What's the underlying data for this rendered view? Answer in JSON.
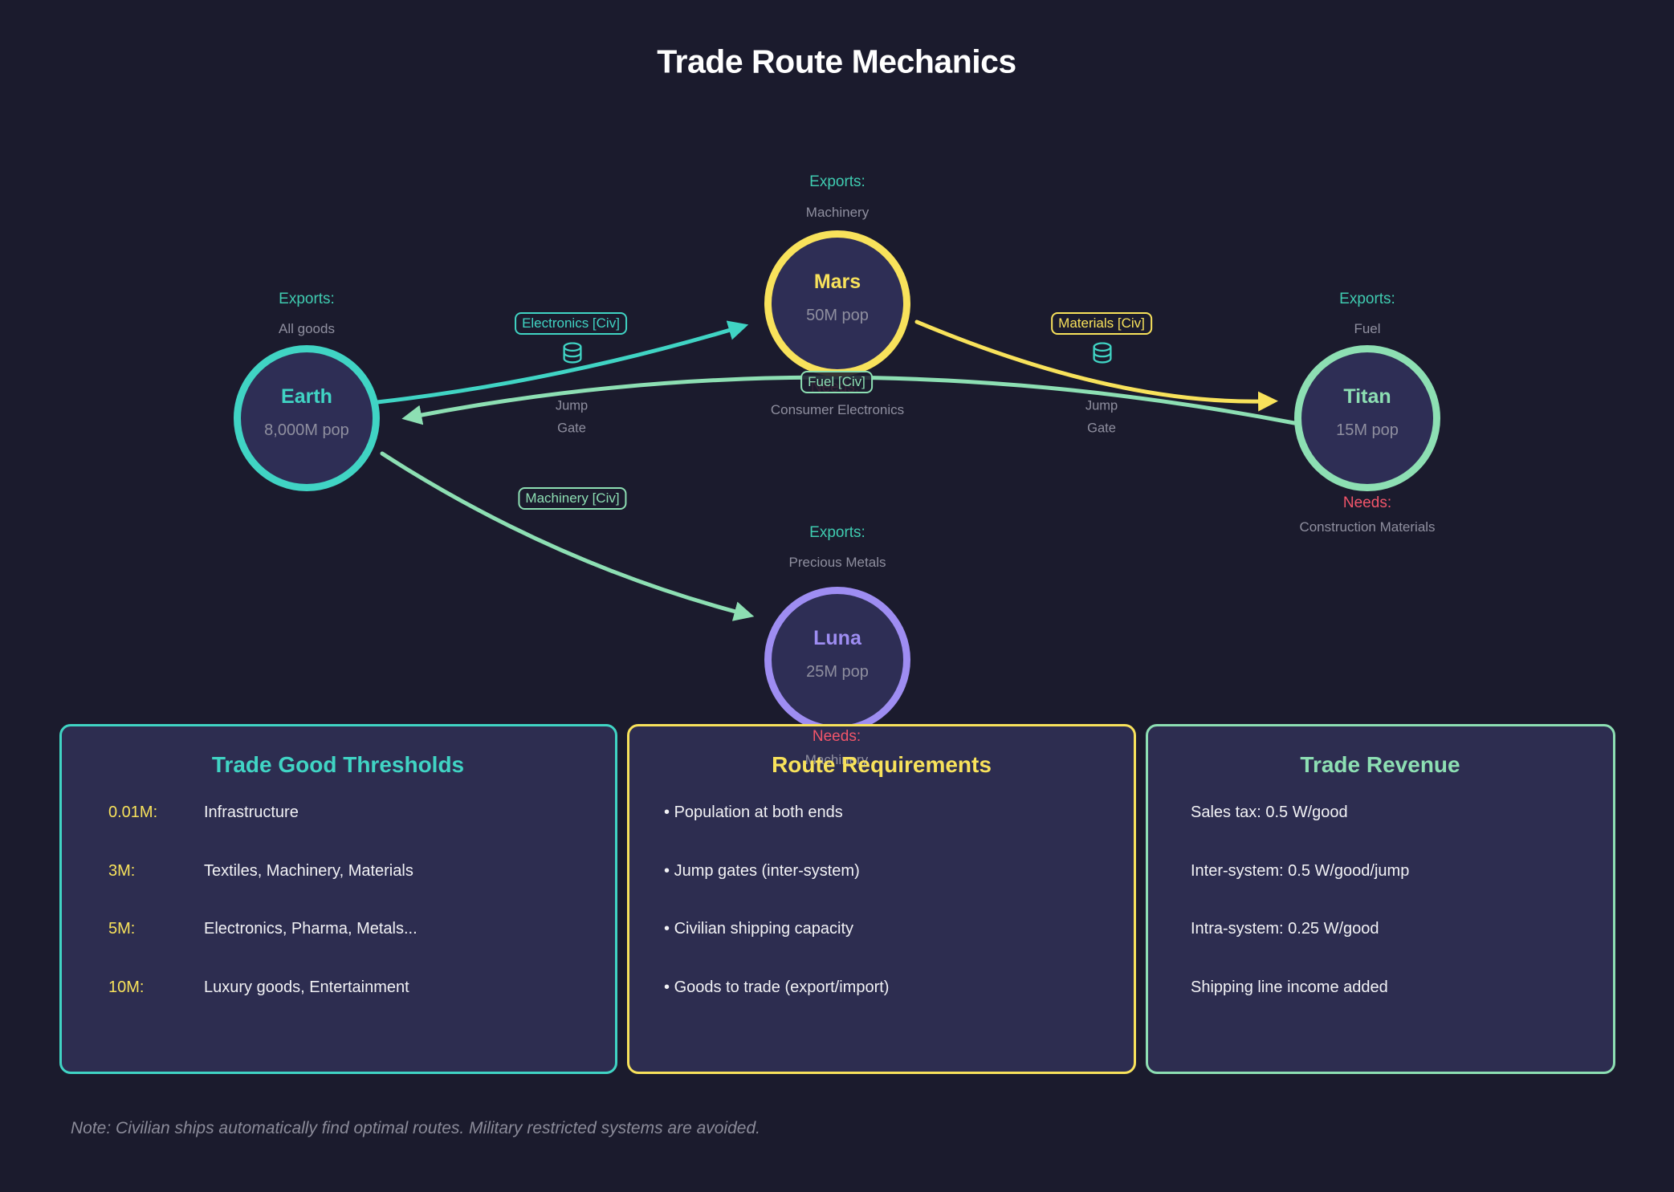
{
  "title": "Trade Route Mechanics",
  "labels": {
    "exports": "Exports:",
    "needs": "Needs:"
  },
  "colors": {
    "background": "#1b1b2d",
    "panel_fill": "#2d2d50",
    "teal": "#40d4c4",
    "yellow": "#f8e25b",
    "green": "#8ddfb3",
    "purple": "#9e8df2",
    "red": "#f2556a",
    "gray": "#8f8f9f",
    "white": "#ffffff"
  },
  "planets": [
    {
      "name": "Earth",
      "pop": "8,000M pop",
      "accent": "#40d4c4",
      "exports": "All goods"
    },
    {
      "name": "Mars",
      "pop": "50M pop",
      "accent": "#f8e25b",
      "exports": "Machinery",
      "needs": "Consumer Electronics"
    },
    {
      "name": "Titan",
      "pop": "15M pop",
      "accent": "#8ddfb3",
      "exports": "Fuel",
      "needs": "Construction Materials"
    },
    {
      "name": "Luna",
      "pop": "25M pop",
      "accent": "#9e8df2",
      "exports": "Precious Metals",
      "needs": "Machinery"
    }
  ],
  "routes": [
    {
      "label": "Electronics [Civ]",
      "accent": "#40d4c4",
      "icon": "jump-gate-icon",
      "via": [
        "Jump",
        "Gate"
      ]
    },
    {
      "label": "Materials [Civ]",
      "accent": "#f8e25b",
      "icon": "jump-gate-icon",
      "via": [
        "Jump",
        "Gate"
      ]
    },
    {
      "label": "Fuel [Civ]",
      "accent": "#8ddfb3"
    },
    {
      "label": "Machinery [Civ]",
      "accent": "#8ddfb3"
    }
  ],
  "boxes": [
    {
      "title": "Trade Good Thresholds",
      "accent": "#40d4c4",
      "rows": [
        {
          "value": "0.01M:",
          "label": "Infrastructure"
        },
        {
          "value": "3M:",
          "label": "Textiles, Machinery, Materials"
        },
        {
          "value": "5M:",
          "label": "Electronics, Pharma, Metals..."
        },
        {
          "value": "10M:",
          "label": "Luxury goods, Entertainment"
        }
      ]
    },
    {
      "title": "Route Requirements",
      "accent": "#f8e25b",
      "bullet": "•",
      "items": [
        "Population at both ends",
        "Jump gates (inter-system)",
        "Civilian shipping capacity",
        "Goods to trade (export/import)"
      ]
    },
    {
      "title": "Trade Revenue",
      "accent": "#8ddfb3",
      "items": [
        "Sales tax: 0.5 W/good",
        "Inter-system: 0.5 W/good/jump",
        "Intra-system: 0.25 W/good",
        "Shipping line income added"
      ]
    }
  ],
  "note": "Note: Civilian ships automatically find optimal routes. Military restricted systems are avoided."
}
